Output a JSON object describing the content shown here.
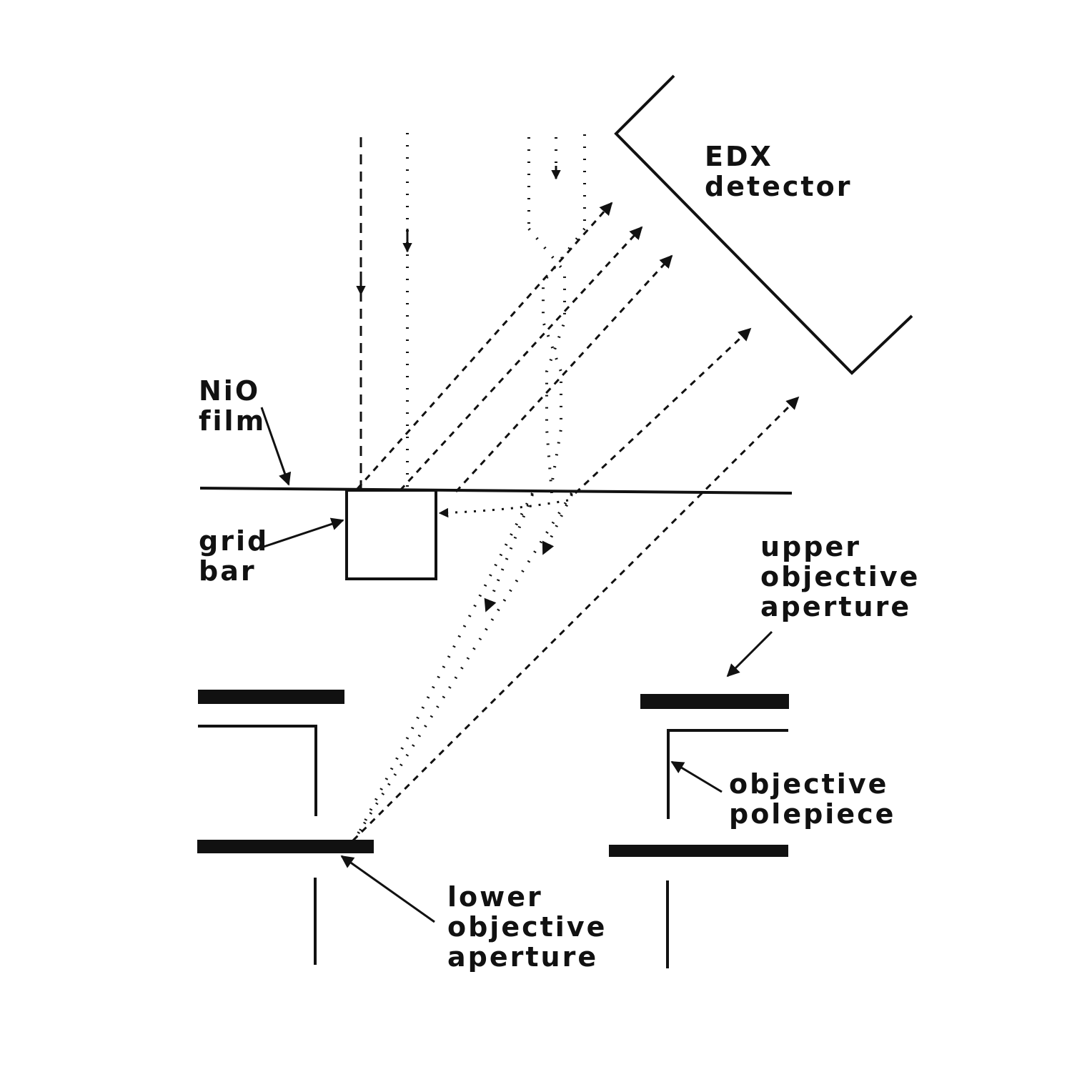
{
  "labels": {
    "edx": [
      "EDX",
      "detector"
    ],
    "nio_film": [
      "NiO",
      "film"
    ],
    "grid_bar": [
      "grid",
      "bar"
    ],
    "upper_aperture": [
      "upper",
      "objective",
      "aperture"
    ],
    "polepiece": [
      "objective",
      "polepiece"
    ],
    "lower_aperture": [
      "lower",
      "objective",
      "aperture"
    ]
  },
  "colors": {
    "ink": "#111111",
    "background": "#ffffff"
  }
}
